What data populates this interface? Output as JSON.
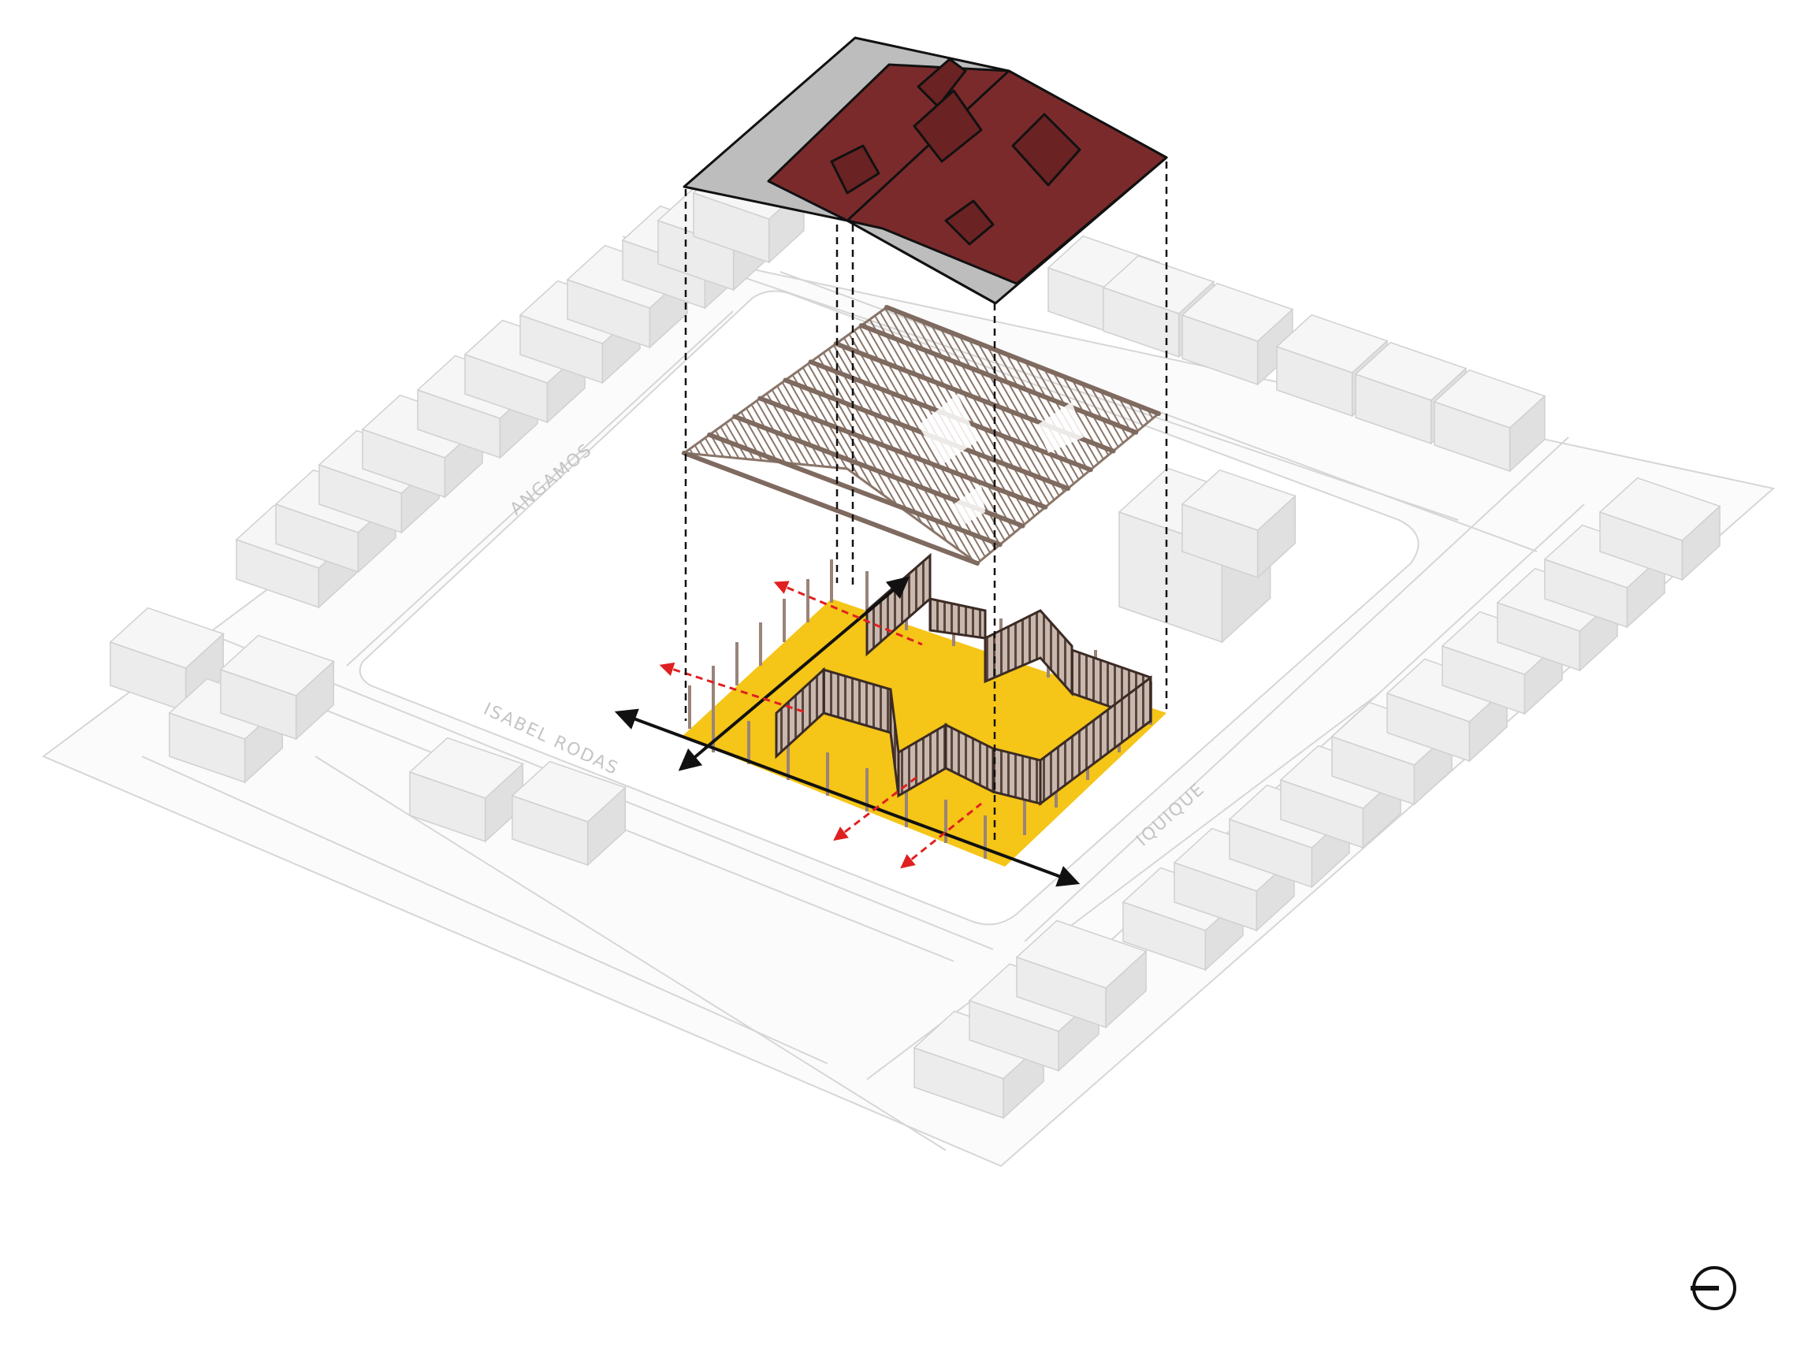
{
  "streets": {
    "angamos": "ANGAMOS",
    "isabel_rodas": "ISABEL RODAS",
    "iquique": "IQUIQUE"
  },
  "colors": {
    "roof_red": "#7b2a2b",
    "roof_grey": "#bdbdbd",
    "ground_yellow": "#f5c518",
    "wall_brown": "#8c7366",
    "timber": "#9a8478",
    "context_fill": "#eeeeee",
    "context_line": "#d2d2d2",
    "arrow_black": "#111111",
    "arrow_red": "#e02020"
  },
  "icons": {
    "north": "north-arrow-icon"
  }
}
